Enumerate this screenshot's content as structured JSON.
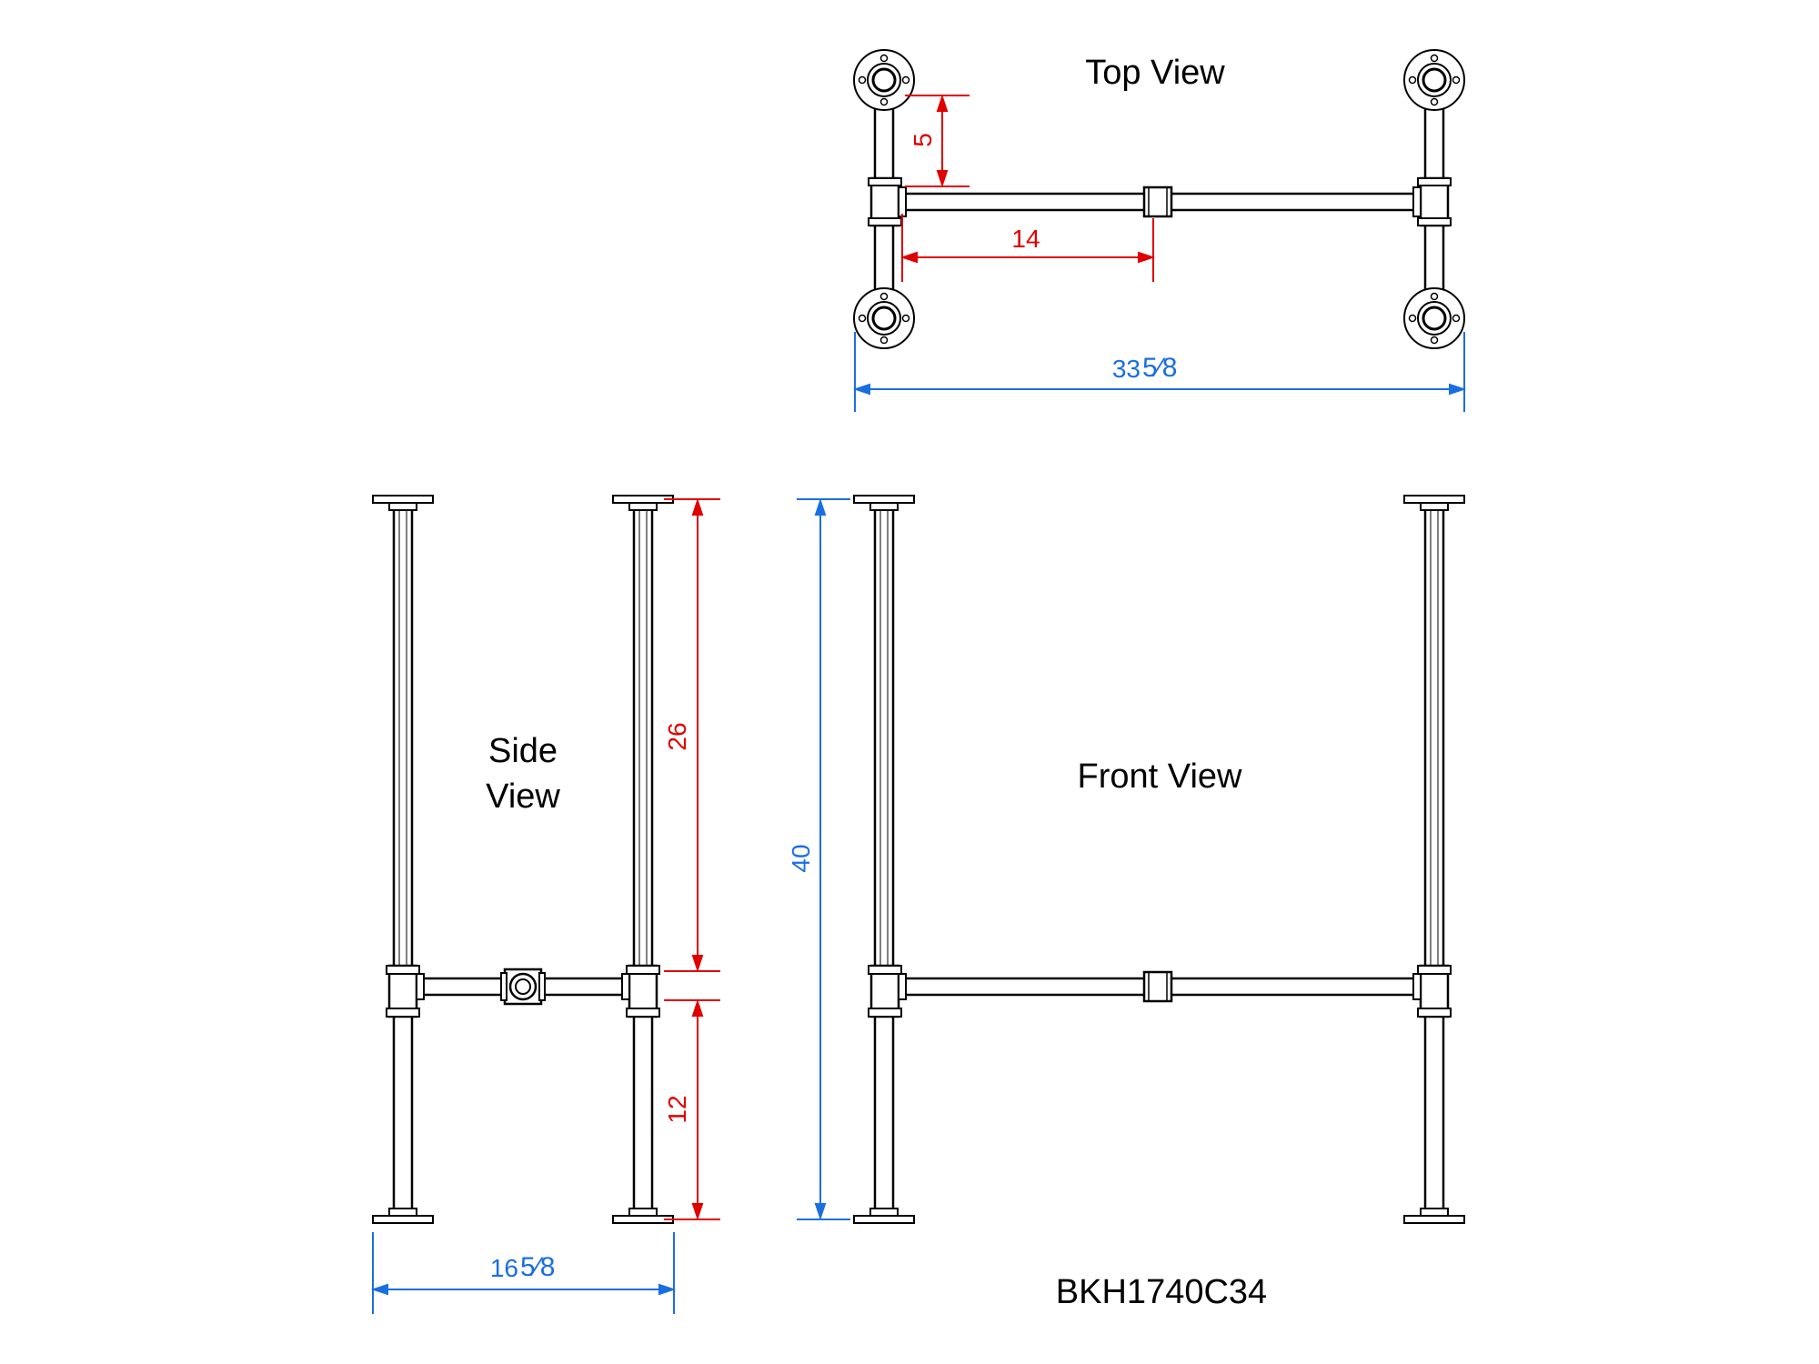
{
  "views": {
    "top": "Top View",
    "side_line1": "Side",
    "side_line2": "View",
    "front": "Front View"
  },
  "dimensions": {
    "top_offset": "5",
    "top_tee_span": "14",
    "top_width_whole": "33",
    "top_width_frac": "5⁄8",
    "side_upper": "26",
    "side_lower": "12",
    "side_width_whole": "16",
    "side_width_frac": "5⁄8",
    "front_height": "40"
  },
  "model_number": "BKH1740C34",
  "colors": {
    "line": "#000000",
    "dimension_red": "#e00000",
    "dimension_blue": "#1a6fe0"
  }
}
